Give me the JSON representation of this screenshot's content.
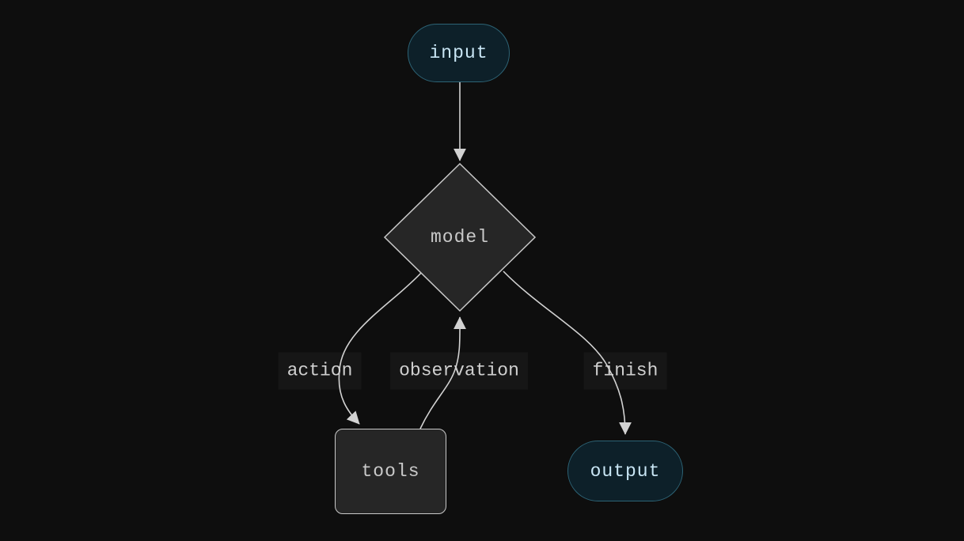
{
  "diagram": {
    "type": "flowchart",
    "background": "#0e0e0e",
    "nodes": [
      {
        "id": "input",
        "label": "input",
        "shape": "stadium"
      },
      {
        "id": "model",
        "label": "model",
        "shape": "diamond"
      },
      {
        "id": "tools",
        "label": "tools",
        "shape": "rounded-rect"
      },
      {
        "id": "output",
        "label": "output",
        "shape": "stadium"
      }
    ],
    "edges": [
      {
        "from": "input",
        "to": "model",
        "label": ""
      },
      {
        "from": "model",
        "to": "tools",
        "label": "action"
      },
      {
        "from": "tools",
        "to": "model",
        "label": "observation"
      },
      {
        "from": "model",
        "to": "output",
        "label": "finish"
      }
    ],
    "colors": {
      "edge_line": "#d2d2d2",
      "arrowhead": "#d2d2d2",
      "process_node_fill": "#262626",
      "process_node_border": "#c9c9c9",
      "process_node_text": "#c9c9c9",
      "io_node_fill": "#0d2029",
      "io_node_border": "#2d6375",
      "io_node_text": "#c9e6f5",
      "edge_label_bg": "#161616",
      "edge_label_text": "#cfcfcf"
    }
  }
}
